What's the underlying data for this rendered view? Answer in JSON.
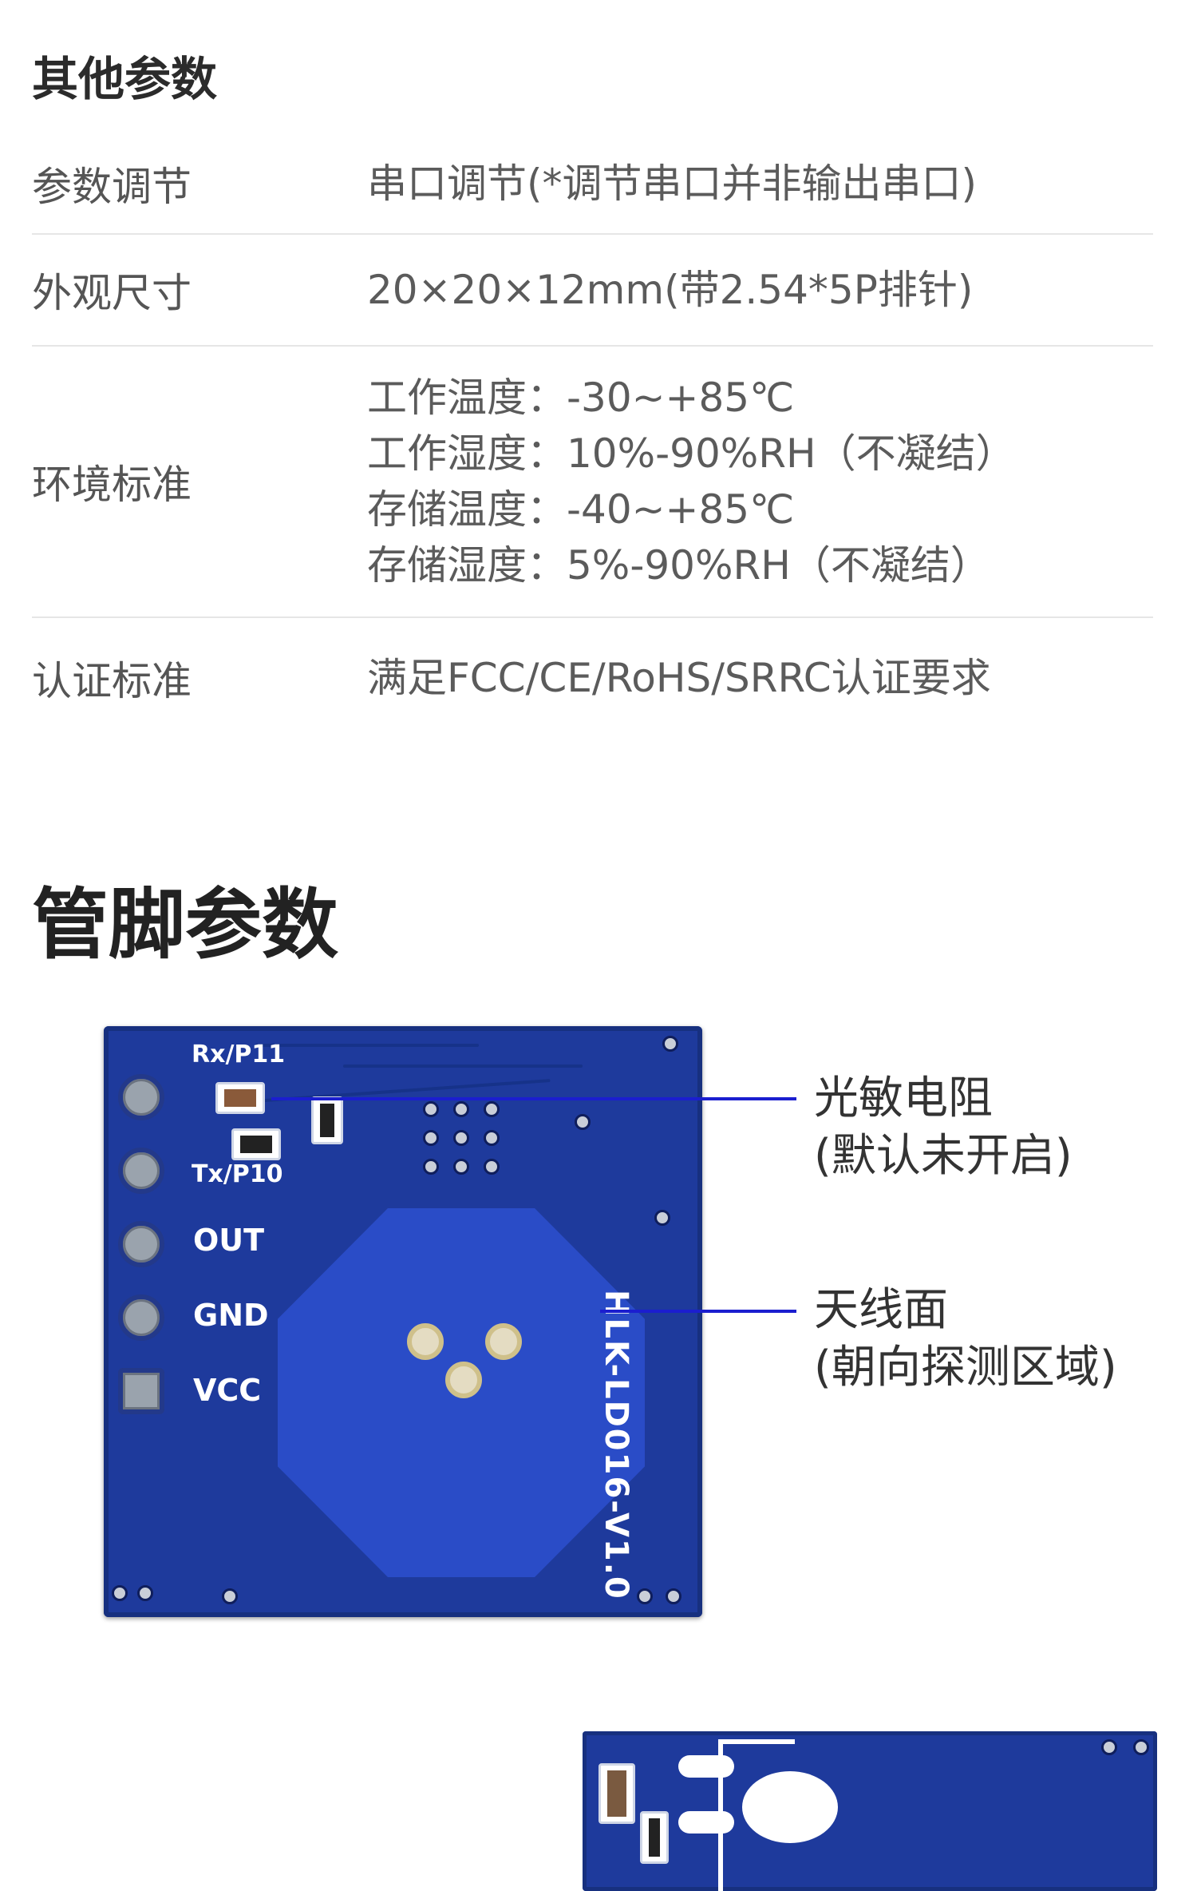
{
  "other_params": {
    "title": "其他参数",
    "rows": [
      {
        "label": "参数调节",
        "lines": [
          "串口调节(*调节串口并非输出串口)"
        ]
      },
      {
        "label": "外观尺寸",
        "lines": [
          "20×20×12mm(带2.54*5P排针)"
        ]
      },
      {
        "label": "环境标准",
        "lines": [
          "工作温度：-30~+85℃",
          "工作湿度：10%-90%RH（不凝结）",
          "存储温度：-40~+85℃",
          "存储湿度：5%-90%RH（不凝结）"
        ]
      },
      {
        "label": "认证标准",
        "lines": [
          "满足FCC/CE/RoHS/SRRC认证要求"
        ]
      }
    ]
  },
  "pin_params": {
    "title": "管脚参数",
    "board": {
      "pins": [
        "OUT",
        "GND",
        "VCC"
      ],
      "small_labels": [
        "Rx/P11",
        "Tx/P10"
      ],
      "model_text": "HLK-LD016-V1.0",
      "color": "#1e3a9c"
    },
    "callouts": [
      {
        "line1": "光敏电阻",
        "line2": "(默认未开启)"
      },
      {
        "line1": "天线面",
        "line2": "(朝向探测区域)"
      }
    ],
    "callout_color": "#1b1ecf"
  }
}
